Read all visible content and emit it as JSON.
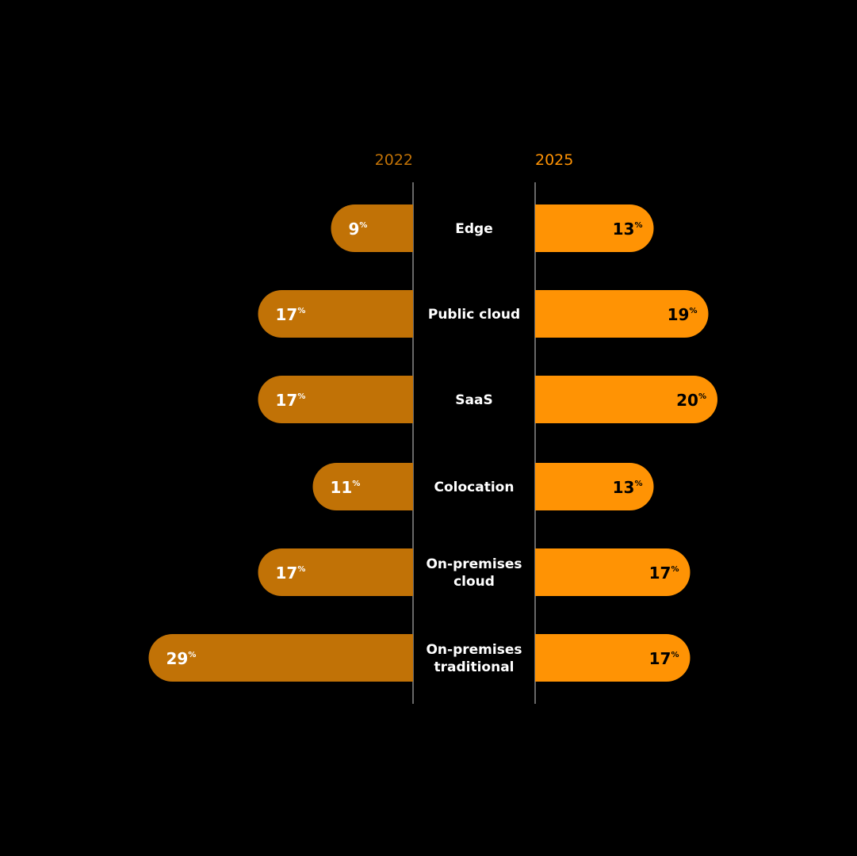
{
  "chart_data": {
    "type": "bar",
    "orientation": "horizontal-butterfly",
    "categories": [
      "Edge",
      "Public cloud",
      "SaaS",
      "Colocation",
      "On-premises cloud",
      "On-premises traditional"
    ],
    "category_lines": [
      [
        "Edge"
      ],
      [
        "Public cloud"
      ],
      [
        "SaaS"
      ],
      [
        "Colocation"
      ],
      [
        "On-premises",
        "cloud"
      ],
      [
        "On-premises",
        "traditional"
      ]
    ],
    "unit": "%",
    "series": [
      {
        "name": "2022",
        "side": "left",
        "color": "#c17206",
        "label_color": "#ffffff",
        "values": [
          9,
          17,
          17,
          11,
          17,
          29
        ]
      },
      {
        "name": "2025",
        "side": "right",
        "color": "#ff9304",
        "label_color": "#000000",
        "values": [
          13,
          19,
          20,
          13,
          17,
          17
        ]
      }
    ],
    "grid": false,
    "legend": "top-center",
    "background": "#000000"
  }
}
